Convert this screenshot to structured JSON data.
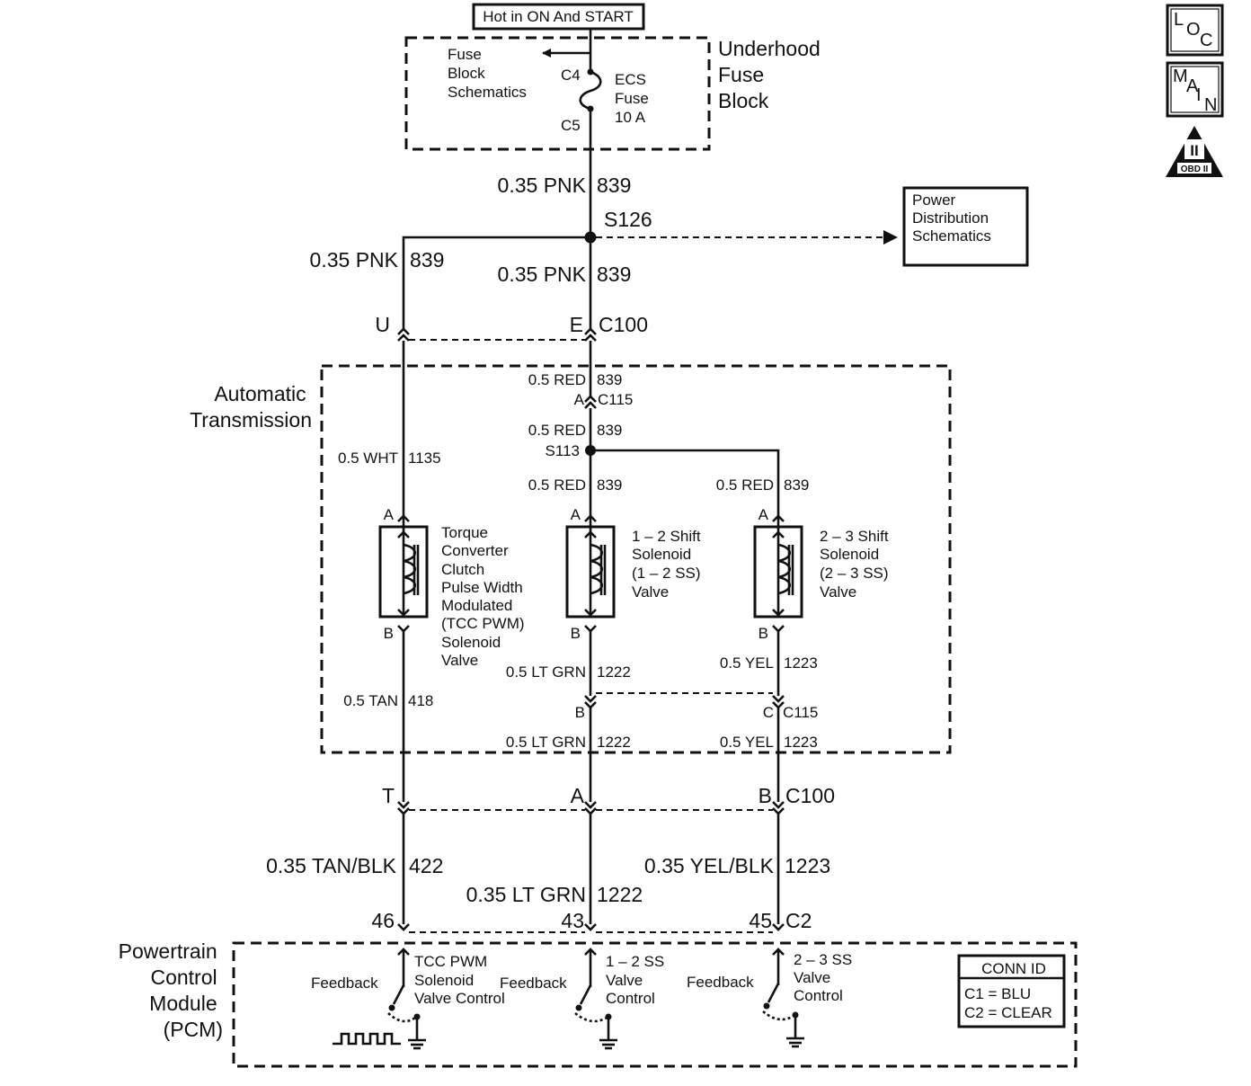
{
  "top_box": {
    "label": "Hot in ON And START"
  },
  "fuse_block": {
    "title": [
      "Underhood",
      "Fuse",
      "Block"
    ],
    "ref": [
      "Fuse",
      "Block",
      "Schematics"
    ],
    "fuse": [
      "ECS",
      "Fuse",
      "10 A"
    ],
    "pin_in": "C4",
    "pin_out": "C5"
  },
  "wires": {
    "w839_top": {
      "gauge": "0.35 PNK",
      "circuit": "839"
    },
    "w839_left": {
      "gauge": "0.35 PNK",
      "circuit": "839"
    },
    "w839_mid": {
      "gauge": "0.35 PNK",
      "circuit": "839"
    },
    "w1135": {
      "gauge": "0.5 WHT",
      "circuit": "1135"
    },
    "w839_red1": {
      "gauge": "0.5 RED",
      "circuit": "839"
    },
    "w839_red2": {
      "gauge": "0.5 RED",
      "circuit": "839"
    },
    "w839_red3": {
      "gauge": "0.5 RED",
      "circuit": "839"
    },
    "w839_red4": {
      "gauge": "0.5 RED",
      "circuit": "839"
    },
    "w418": {
      "gauge": "0.5 TAN",
      "circuit": "418"
    },
    "w1222_a": {
      "gauge": "0.5 LT GRN",
      "circuit": "1222"
    },
    "w1222_b": {
      "gauge": "0.5 LT GRN",
      "circuit": "1222"
    },
    "w1223_a": {
      "gauge": "0.5 YEL",
      "circuit": "1223"
    },
    "w1223_b": {
      "gauge": "0.5 YEL",
      "circuit": "1223"
    },
    "w422": {
      "gauge": "0.35 TAN/BLK",
      "circuit": "422"
    },
    "w1222_c": {
      "gauge": "0.35 LT GRN",
      "circuit": "1222"
    },
    "w1223_c": {
      "gauge": "0.35 YEL/BLK",
      "circuit": "1223"
    }
  },
  "splices": {
    "s126": "S126",
    "s113": "S113"
  },
  "power_dist": [
    "Power",
    "Distribution",
    "Schematics"
  ],
  "connectors": {
    "c100": "C100",
    "c115": "C115",
    "c2": "C2",
    "pins": {
      "u": "U",
      "e": "E",
      "a_c115": "A",
      "b_c115": "B",
      "c_c115": "C",
      "t": "T",
      "a_c100": "A",
      "b_c100": "B",
      "p46": "46",
      "p43": "43",
      "p45": "45"
    }
  },
  "transmission": {
    "title": [
      "Automatic",
      "Transmission"
    ]
  },
  "solenoids": [
    {
      "pin_a": "A",
      "pin_b": "B",
      "label": [
        "Torque",
        "Converter",
        "Clutch",
        "Pulse Width",
        "Modulated",
        "(TCC PWM)",
        "Solenoid",
        "Valve"
      ]
    },
    {
      "pin_a": "A",
      "pin_b": "B",
      "label": [
        "1 – 2 Shift",
        "Solenoid",
        "(1 – 2 SS)",
        "Valve"
      ]
    },
    {
      "pin_a": "A",
      "pin_b": "B",
      "label": [
        "2 – 3 Shift",
        "Solenoid",
        "(2 – 3 SS)",
        "Valve"
      ]
    }
  ],
  "pcm": {
    "title": [
      "Powertrain",
      "Control",
      "Module",
      "(PCM)"
    ],
    "drivers": [
      {
        "feedback": "Feedback",
        "label": [
          "TCC PWM",
          "Solenoid",
          "Valve Control"
        ]
      },
      {
        "feedback": "Feedback",
        "label": [
          "1 – 2 SS",
          "Valve",
          "Control"
        ]
      },
      {
        "feedback": "Feedback",
        "label": [
          "2 – 3 SS",
          "Valve",
          "Control"
        ]
      }
    ],
    "conn_id": {
      "title": "CONN ID",
      "c1": "C1  =  BLU",
      "c2": "C2  =  CLEAR"
    }
  },
  "badges": {
    "loc": [
      "L",
      "O",
      "C"
    ],
    "main": [
      "M",
      "A",
      "I",
      "N"
    ],
    "obd_numeral": "II",
    "obd_text": "OBD II"
  }
}
